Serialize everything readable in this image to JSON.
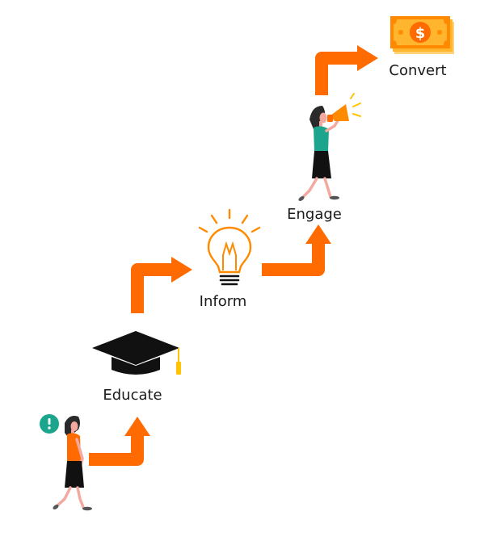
{
  "stages": [
    {
      "id": "educate",
      "label": "Educate"
    },
    {
      "id": "inform",
      "label": "Inform"
    },
    {
      "id": "engage",
      "label": "Engage"
    },
    {
      "id": "convert",
      "label": "Convert"
    }
  ],
  "colors": {
    "arrow": "#ff6b00",
    "bulb": "#ff8a00",
    "gold": "#ffc400",
    "teal": "#1aa58c",
    "dark": "#111111",
    "skin": "#f3a9a0",
    "hair": "#2a2a2a",
    "money": "#ff8a00",
    "money_light": "#ffb52e"
  },
  "icons": [
    "alert-icon",
    "graduation-cap-icon",
    "lightbulb-icon",
    "megaphone-icon",
    "money-icon"
  ]
}
